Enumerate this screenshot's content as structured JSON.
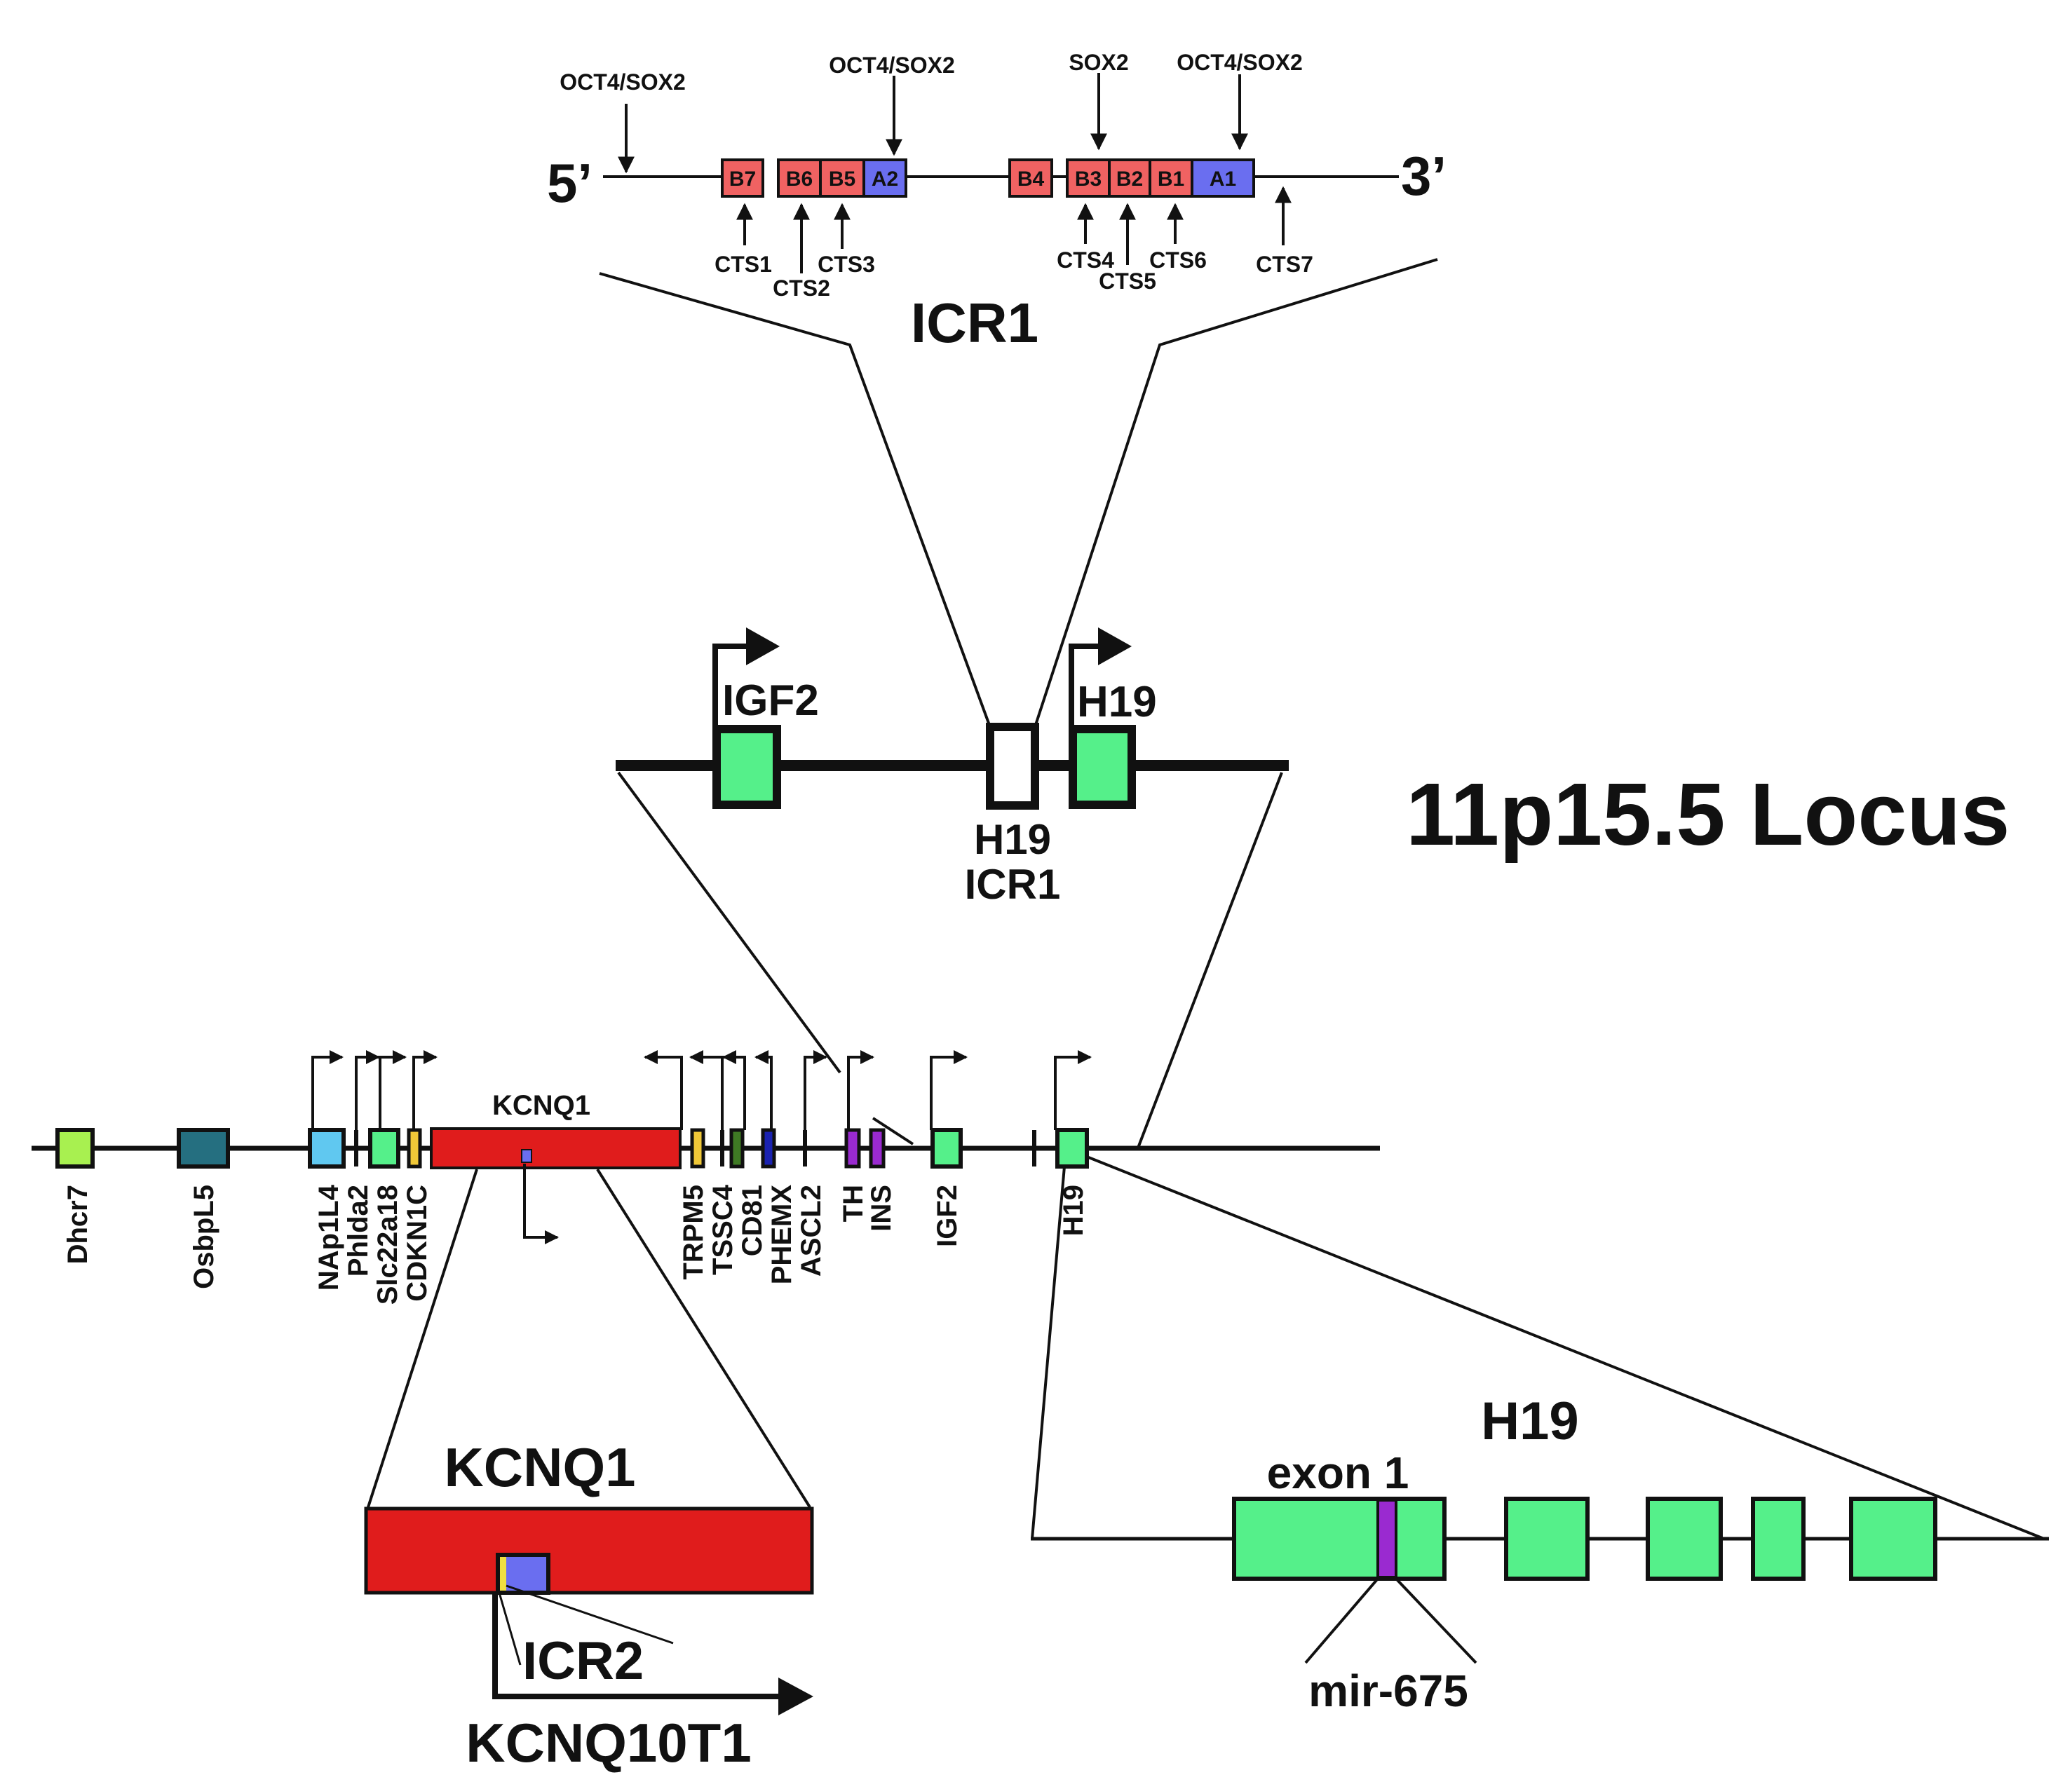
{
  "title": "11p15.5 Locus",
  "colors": {
    "green": "#55f08a",
    "red": "#e01c1c",
    "blue": "#6a6ef0",
    "pink": "#f06262",
    "lime": "#a8f050",
    "teal": "#256f80",
    "sky": "#60c8f0",
    "yellow": "#f0c838",
    "olive": "#3f7a24",
    "navy": "#1a22b0",
    "purple": "#9a2ad0",
    "black": "#111111"
  },
  "icr1": {
    "title": "ICR1",
    "five_prime": "5’",
    "three_prime": "3’",
    "boxes": [
      "B7",
      "B6",
      "B5",
      "A2",
      "B4",
      "B3",
      "B2",
      "B1",
      "A1"
    ],
    "top_labels": [
      "OCT4/SOX2",
      "OCT4/SOX2",
      "SOX2",
      "OCT4/SOX2"
    ],
    "cts_labels": [
      "CTS1",
      "CTS2",
      "CTS3",
      "CTS4",
      "CTS5",
      "CTS6",
      "CTS7"
    ]
  },
  "middle": {
    "igf2": "IGF2",
    "h19": "H19",
    "icr_line1": "H19",
    "icr_line2": "ICR1"
  },
  "locus": {
    "kcnq1_label": "KCNQ1",
    "genes": [
      "Dhcr7",
      "OsbpL5",
      "NAp1L4",
      "Phlda2",
      "Slc22a18",
      "CDKN1C",
      "TRPM5",
      "TSSC4",
      "CD81",
      "PHEMX",
      "ASCL2",
      "TH",
      "INS",
      "IGF2",
      "H19"
    ]
  },
  "kcnq1_detail": {
    "title": "KCNQ1",
    "icr2": "ICR2",
    "transcript": "KCNQ10T1"
  },
  "h19_detail": {
    "title": "H19",
    "exon1": "exon 1",
    "mir": "mir-675"
  }
}
